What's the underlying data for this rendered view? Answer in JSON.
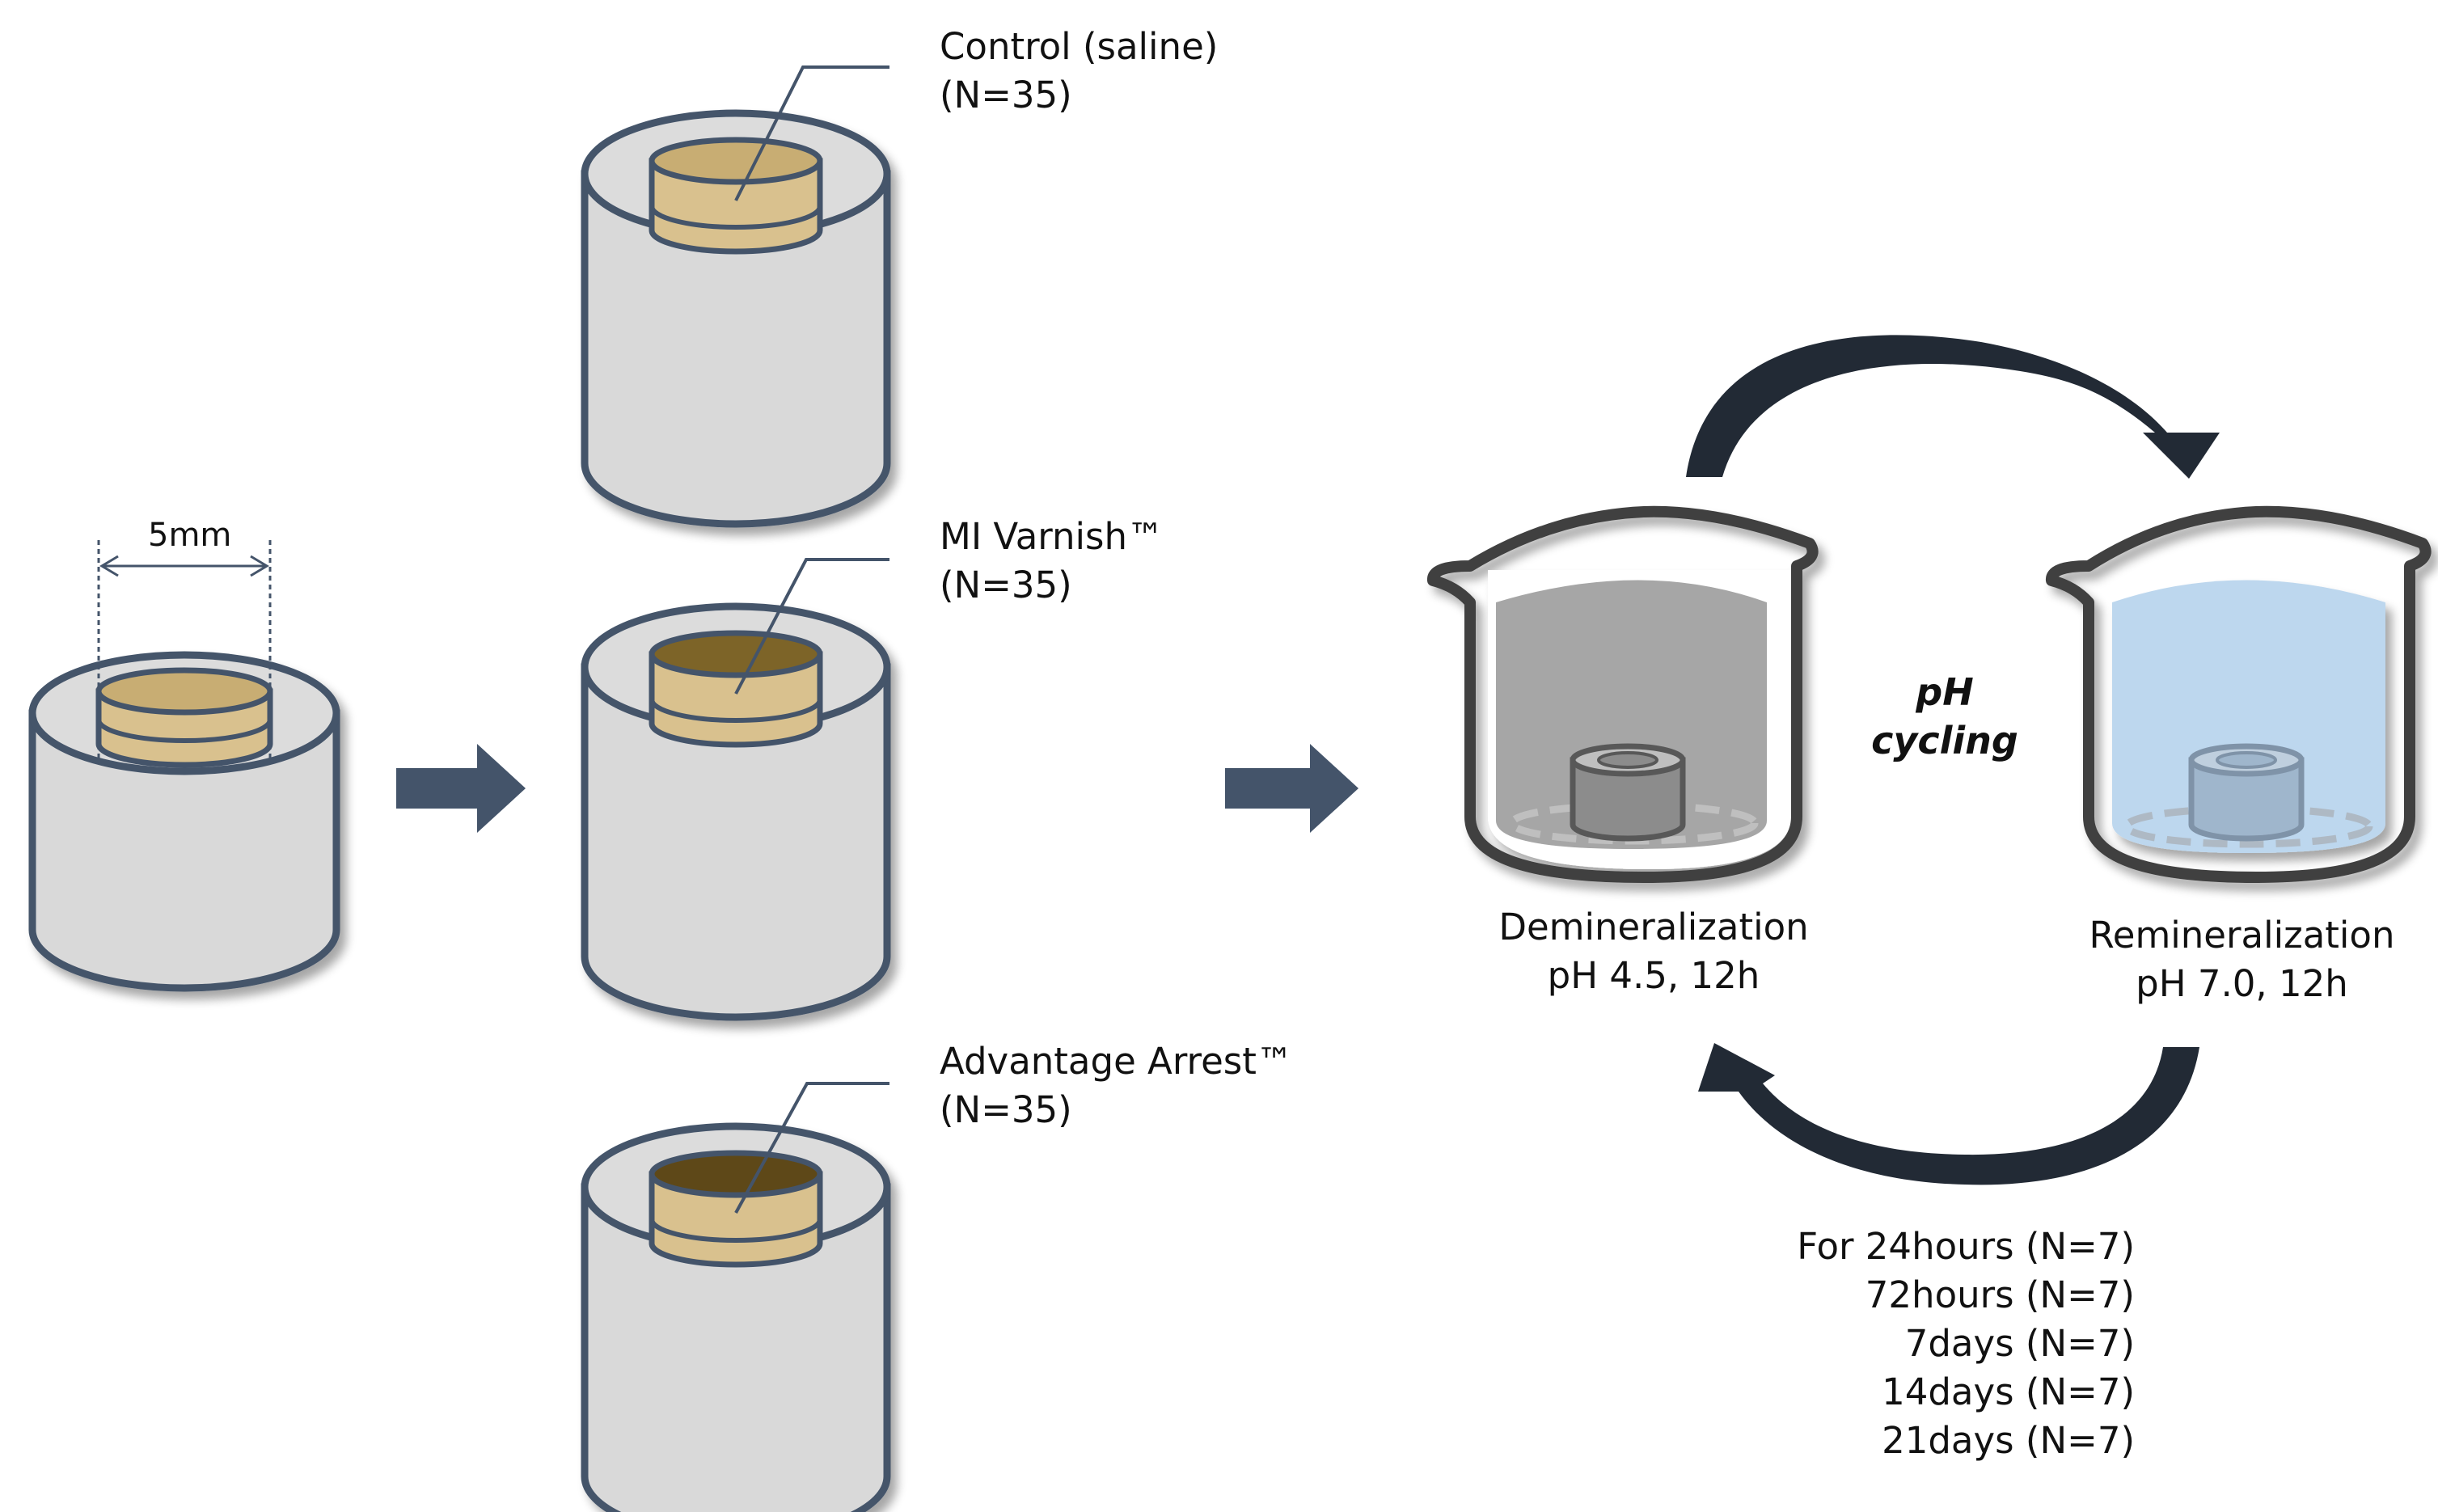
{
  "specimen": {
    "dimension_label": "5mm"
  },
  "groups": [
    {
      "name": "Control (saline)",
      "n": "(N=35)"
    },
    {
      "name": "MI Varnish™",
      "n": "(N=35)"
    },
    {
      "name": "Advantage Arrest™",
      "n": "(N=35)"
    }
  ],
  "cycling": {
    "label_line1": "pH",
    "label_line2": "cycling",
    "demineralization": {
      "title": "Demineralization",
      "condition": "pH 4.5, 12h"
    },
    "remineralization": {
      "title": "Remineralization",
      "condition": "pH 7.0, 12h"
    }
  },
  "durations": [
    "For  24hours (N=7)",
    "72hours (N=7)",
    "7days (N=7)",
    "14days (N=7)",
    "21days (N=7)"
  ],
  "colors": {
    "mold_fill": "#d9d9d9",
    "mold_stroke": "#44546a",
    "tooth": "#d9c18e",
    "control_surface": "#c8ad73",
    "mi_surface": "#7d6428",
    "arrest_surface": "#5e4818",
    "arrow": "#44546a",
    "cycle_arrow": "#222a35",
    "beaker_stroke": "#404040",
    "demin_solution": "#a6a6a6",
    "remin_solution": "#bdd7ee"
  }
}
